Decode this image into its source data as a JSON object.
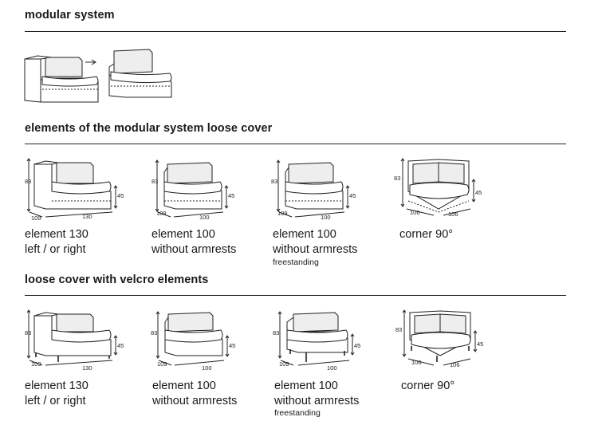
{
  "sections": [
    {
      "title": "modular system"
    },
    {
      "title": "elements of the modular system loose cover"
    },
    {
      "title": "loose cover with velcro elements"
    }
  ],
  "loose_cover": [
    {
      "line1": "element 130",
      "line2": "left / or right",
      "note": "",
      "height": "83",
      "seat": "45",
      "depth": "109",
      "width": "130"
    },
    {
      "line1": "element 100",
      "line2": "without armrests",
      "note": "",
      "height": "83",
      "seat": "45",
      "depth": "109",
      "width": "100"
    },
    {
      "line1": "element 100",
      "line2": "without armrests",
      "note": "freestanding",
      "height": "83",
      "seat": "45",
      "depth": "109",
      "width": "100"
    },
    {
      "line1": "corner 90°",
      "line2": "",
      "note": "",
      "height": "83",
      "seat": "45",
      "depth": "106",
      "width": "106"
    }
  ],
  "velcro": [
    {
      "line1": "element 130",
      "line2": "left / or right",
      "note": "",
      "height": "83",
      "seat": "45",
      "depth": "109",
      "width": "130"
    },
    {
      "line1": "element 100",
      "line2": "without armrests",
      "note": "",
      "height": "83",
      "seat": "45",
      "depth": "109",
      "width": "100"
    },
    {
      "line1": "element 100",
      "line2": "without armrests",
      "note": "freestanding",
      "height": "83",
      "seat": "45",
      "depth": "109",
      "width": "100"
    },
    {
      "line1": "corner 90°",
      "line2": "",
      "note": "",
      "height": "83",
      "seat": "45",
      "depth": "106",
      "width": "106"
    }
  ]
}
